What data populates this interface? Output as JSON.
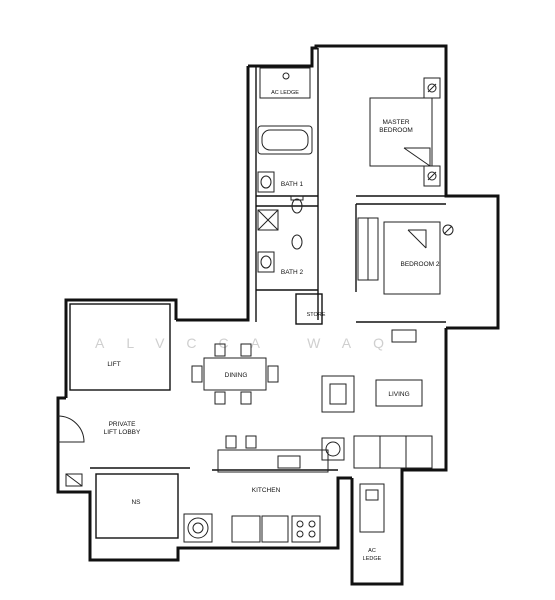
{
  "rooms": {
    "ac_ledge_top": "AC LEDGE",
    "master_bedroom_line1": "MASTER",
    "master_bedroom_line2": "BEDROOM",
    "bath1": "BATH 1",
    "bath2": "BATH 2",
    "bedroom2": "BEDROOM 2",
    "store": "STORE",
    "lift": "LIFT",
    "dining": "DINING",
    "living": "LIVING",
    "private_lift_lobby_line1": "PRIVATE",
    "private_lift_lobby_line2": "LIFT LOBBY",
    "kitchen": "KITCHEN",
    "ns": "NS",
    "ac_ledge_bottom_line1": "AC",
    "ac_ledge_bottom_line2": "LEDGE"
  },
  "watermark": "ALVCCA WAQ"
}
